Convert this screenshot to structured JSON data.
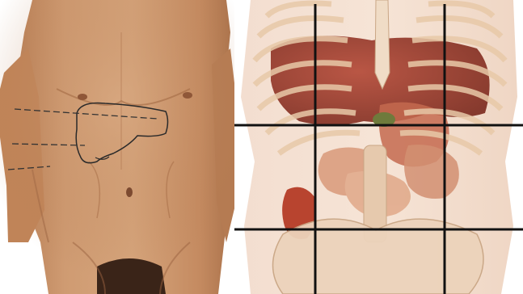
{
  "figure": {
    "panels": [
      {
        "id": "surface-anatomy",
        "content": "liver-outline-on-torso"
      },
      {
        "id": "internal-anatomy",
        "content": "abdominal-organs-with-nine-region-grid"
      }
    ]
  },
  "colors": {
    "background": "#ffffff",
    "skin": "#c9936a",
    "skin_shadow": "#a8704b",
    "ribs": "#e8c9a8",
    "liver": "#9c3a2c",
    "stomach": "#c46a4f",
    "intestine": "#d99a7a",
    "kidney": "#b8442f",
    "pelvis": "#e6c9ad",
    "grid_lines": "#111111",
    "dashed_lines": "#333333"
  }
}
